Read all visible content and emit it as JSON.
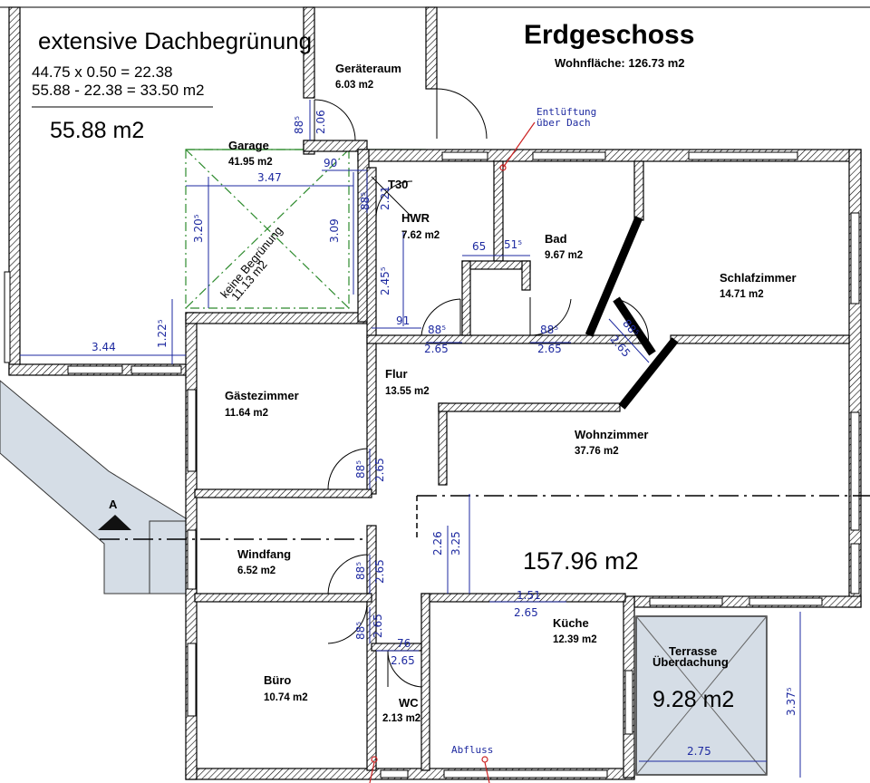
{
  "header": {
    "title": "Erdgeschoss",
    "living_area": "Wohnfläche: 126.73 m2"
  },
  "roof_area": {
    "title": "extensive Dachbegrünung",
    "calc_line1": "44.75 x 0.50 = 22.38",
    "calc_line2": "55.88 - 22.38 = 33.50 m2",
    "total": "55.88 m2"
  },
  "rooms": [
    {
      "id": "geraeteraum",
      "name": "Geräteraum",
      "area": "6.03 m2"
    },
    {
      "id": "garage",
      "name": "Garage",
      "area": "41.95 m2"
    },
    {
      "id": "hwr",
      "name": "HWR",
      "area": "7.62 m2"
    },
    {
      "id": "bad",
      "name": "Bad",
      "area": "9.67 m2"
    },
    {
      "id": "schlafzimmer",
      "name": "Schlafzimmer",
      "area": "14.71 m2"
    },
    {
      "id": "flur",
      "name": "Flur",
      "area": "13.55 m2"
    },
    {
      "id": "gaestezimmer",
      "name": "Gästezimmer",
      "area": "11.64 m2"
    },
    {
      "id": "wohnzimmer",
      "name": "Wohnzimmer",
      "area": "37.76 m2"
    },
    {
      "id": "windfang",
      "name": "Windfang",
      "area": "6.52 m2"
    },
    {
      "id": "kueche",
      "name": "Küche",
      "area": "12.39 m2"
    },
    {
      "id": "buero",
      "name": "Büro",
      "area": "10.74 m2"
    },
    {
      "id": "wc",
      "name": "WC",
      "area": "2.13 m2"
    }
  ],
  "terrace": {
    "line1": "Terrasse",
    "line2": "Überdachung",
    "area": "9.28 m2"
  },
  "no_greening": {
    "line1": "keine Begrünung",
    "line2": "11.13 m2"
  },
  "main_area": "157.96 m2",
  "fire_door": "T30",
  "section_marker": "A",
  "notes": {
    "vent_line1": "Entlüftung",
    "vent_line2": "über Dach",
    "drain": "Abfluss"
  },
  "dimensions": {
    "d_206": "2.06",
    "d_885_ger": "88⁵",
    "d_90": "90",
    "d_347": "3.47",
    "d_3205": "3.20⁵",
    "d_309": "3.09",
    "d_221": "2.21",
    "d_885_hwr": "88⁵",
    "d_2455": "2.45⁵",
    "d_65": "65",
    "d_515": "51⁵",
    "d_1225": "1.22⁵",
    "d_344": "3.44",
    "d_91": "91",
    "d_885_a": "88⁵",
    "d_265_a": "2.65",
    "d_885_b": "88⁵",
    "d_265_b": "2.65",
    "d_885_c": "88⁵",
    "d_265_c": "2.65",
    "d_885_gz": "88⁵",
    "d_265_gz": "2.65",
    "d_885_wf": "88⁵",
    "d_265_wf": "2.65",
    "d_885_bu": "88⁵",
    "d_265_bu": "2.65",
    "d_76": "76",
    "d_265_wc": "2.65",
    "d_226": "2.26",
    "d_325": "3.25",
    "d_151": "1.51",
    "d_265_k": "2.65",
    "d_275": "2.75",
    "d_3375": "3.37⁵"
  },
  "colors": {
    "wall": "#000000",
    "dimension": "#1e2aa0",
    "green_zone": "#2e8b2e",
    "terrace_fill": "#d5dde6",
    "accent_red": "#cc2222"
  }
}
